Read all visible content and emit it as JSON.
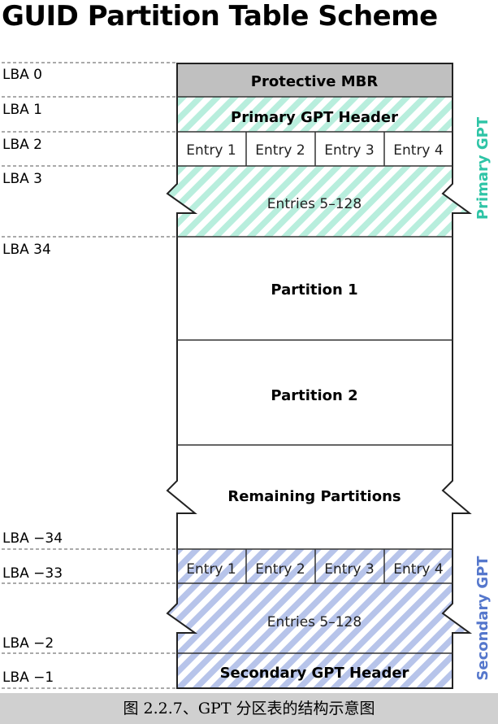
{
  "title": "GUID Partition Table Scheme",
  "caption": "图 2.2.7、GPT  分区表的结构示意图",
  "lba_labels": [
    "LBA 0",
    "LBA 1",
    "LBA 2",
    "LBA 3",
    "LBA 34",
    "LBA −34",
    "LBA −33",
    "LBA −2",
    "LBA −1"
  ],
  "blocks": {
    "protective_mbr": "Protective MBR",
    "primary_header": "Primary GPT Header",
    "primary_entries": [
      "Entry 1",
      "Entry 2",
      "Entry 3",
      "Entry 4"
    ],
    "primary_entries_rest": "Entries 5–128",
    "partition_1": "Partition 1",
    "partition_2": "Partition 2",
    "remaining": "Remaining Partitions",
    "secondary_entries": [
      "Entry 1",
      "Entry 2",
      "Entry 3",
      "Entry 4"
    ],
    "secondary_entries_rest": "Entries 5–128",
    "secondary_header": "Secondary GPT Header"
  },
  "side_labels": {
    "primary": "Primary GPT",
    "secondary": "Secondary GPT"
  },
  "colors": {
    "primary_accent": "#2ec4a6",
    "primary_stripe": "#b8eedd",
    "secondary_accent": "#5577cc",
    "secondary_stripe": "#b7c4ea",
    "mbr_fill": "#c0c0c0"
  }
}
